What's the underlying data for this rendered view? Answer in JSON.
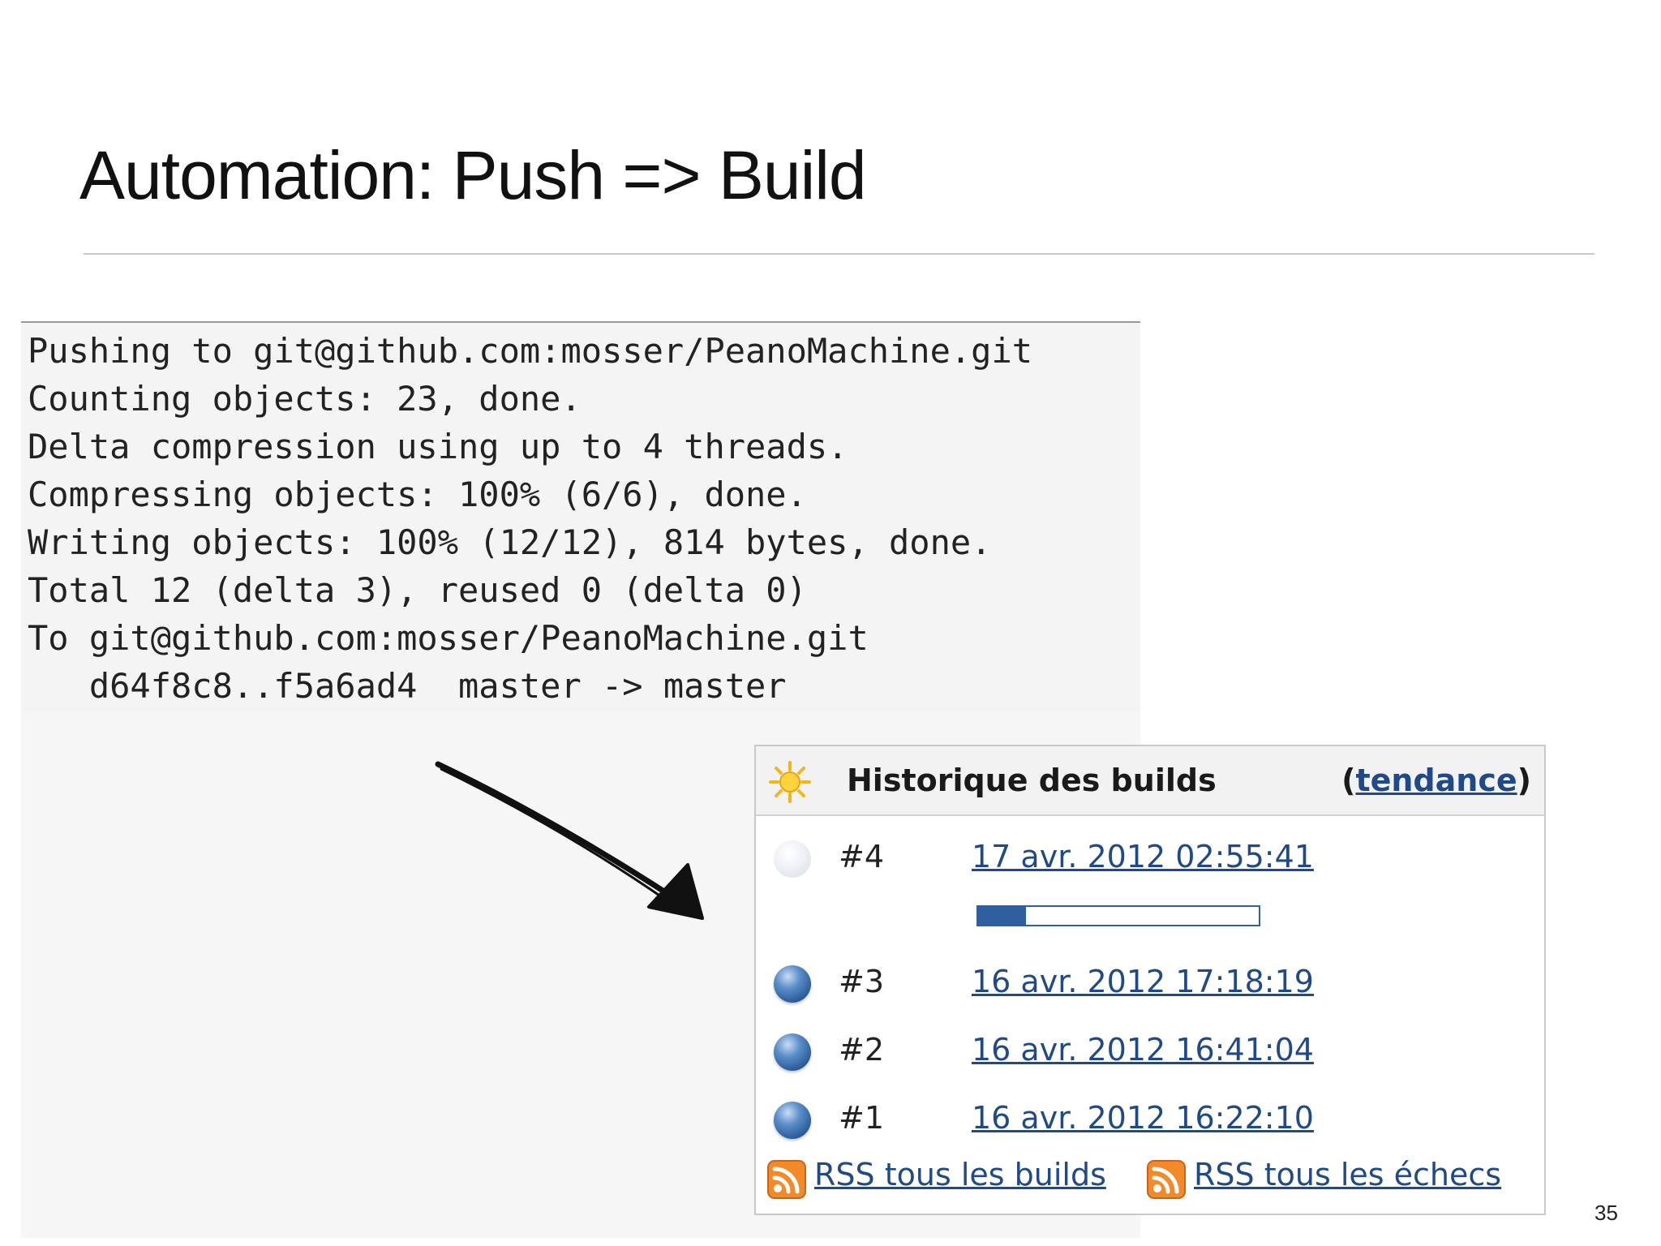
{
  "slide": {
    "title": "Automation: Push => Build",
    "page_number": "35"
  },
  "terminal": {
    "lines": [
      "Pushing to git@github.com:mosser/PeanoMachine.git",
      "Counting objects: 23, done.",
      "Delta compression using up to 4 threads.",
      "Compressing objects: 100% (6/6), done.",
      "Writing objects: 100% (12/12), 814 bytes, done.",
      "Total 12 (delta 3), reused 0 (delta 0)",
      "To git@github.com:mosser/PeanoMachine.git",
      "   d64f8c8..f5a6ad4  master -> master"
    ]
  },
  "build_history": {
    "header_icon": "sun-icon",
    "title": "Historique des builds",
    "trend_open": "(",
    "trend_link": "tendance",
    "trend_close": ")",
    "builds": [
      {
        "number": "#4",
        "date": "17 avr. 2012 02:55:41",
        "status": "pending",
        "progress": 0.17
      },
      {
        "number": "#3",
        "date": "16 avr. 2012 17:18:19",
        "status": "success"
      },
      {
        "number": "#2",
        "date": "16 avr. 2012 16:41:04",
        "status": "success"
      },
      {
        "number": "#1",
        "date": "16 avr. 2012 16:22:10",
        "status": "success"
      }
    ],
    "rss_all": "RSS tous les builds",
    "rss_failures": "RSS tous les échecs"
  },
  "colors": {
    "link": "#204a87",
    "progress": "#2f5f9e",
    "rss_orange": "#f28a2a"
  }
}
